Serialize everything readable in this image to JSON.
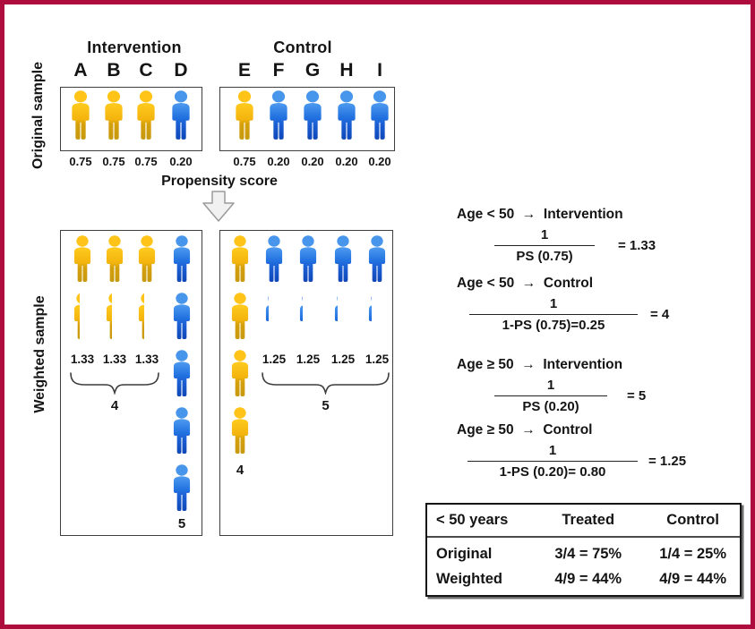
{
  "colors": {
    "accent_border": "#AF0C3E",
    "yellow_head": "#FFC417",
    "yellow_light": "#FFCB1F",
    "yellow_body": "#F3B40D",
    "yellow_dark": "#C6990F",
    "blue_head": "#4796EC",
    "blue_light": "#4E9BEF",
    "blue_body": "#2171E0",
    "blue_dark": "#0F47B8"
  },
  "original_section": {
    "side_label": "Original sample",
    "propensity_label": "Propensity score",
    "groups": [
      {
        "title": "Intervention",
        "persons": [
          {
            "label": "A",
            "color": "yellow",
            "score": "0.75"
          },
          {
            "label": "B",
            "color": "yellow",
            "score": "0.75"
          },
          {
            "label": "C",
            "color": "yellow",
            "score": "0.75"
          },
          {
            "label": "D",
            "color": "blue",
            "score": "0.20"
          }
        ]
      },
      {
        "title": "Control",
        "persons": [
          {
            "label": "E",
            "color": "yellow",
            "score": "0.75"
          },
          {
            "label": "F",
            "color": "blue",
            "score": "0.20"
          },
          {
            "label": "G",
            "color": "blue",
            "score": "0.20"
          },
          {
            "label": "H",
            "color": "blue",
            "score": "0.20"
          },
          {
            "label": "I",
            "color": "blue",
            "score": "0.20"
          }
        ]
      }
    ]
  },
  "weighted_section": {
    "side_label": "Weighted sample",
    "boxes": [
      {
        "name": "intervention-weighted",
        "columns": [
          {
            "color": "yellow",
            "full": 1,
            "fraction": 0.33,
            "weight_label": "1.33"
          },
          {
            "color": "yellow",
            "full": 1,
            "fraction": 0.33,
            "weight_label": "1.33"
          },
          {
            "color": "yellow",
            "full": 1,
            "fraction": 0.33,
            "weight_label": "1.33"
          },
          {
            "color": "blue",
            "full": 5,
            "stack_label": "5"
          }
        ],
        "brace": {
          "from": 0,
          "to": 2,
          "label": "4"
        }
      },
      {
        "name": "control-weighted",
        "columns": [
          {
            "color": "yellow",
            "full": 4,
            "stack_label": "4"
          },
          {
            "color": "blue",
            "full": 1,
            "fraction": 0.25,
            "weight_label": "1.25"
          },
          {
            "color": "blue",
            "full": 1,
            "fraction": 0.25,
            "weight_label": "1.25"
          },
          {
            "color": "blue",
            "full": 1,
            "fraction": 0.25,
            "weight_label": "1.25"
          },
          {
            "color": "blue",
            "full": 1,
            "fraction": 0.25,
            "weight_label": "1.25"
          }
        ],
        "brace": {
          "from": 1,
          "to": 4,
          "label": "5"
        }
      }
    ]
  },
  "formulas": [
    {
      "title": "Age < 50  →  Intervention",
      "numerator": "1",
      "denominator": "PS (0.75)",
      "result": "= 1.33"
    },
    {
      "title": "Age < 50  →  Control",
      "numerator": "1",
      "denominator": "1-PS (0.75)=0.25",
      "result": "= 4"
    },
    {
      "title": "Age ≥ 50  →  Intervention",
      "numerator": "1",
      "denominator": "PS (0.20)",
      "result": "= 5"
    },
    {
      "title": "Age ≥ 50  →  Control",
      "numerator": "1",
      "denominator": "1-PS (0.20)= 0.80",
      "result": "= 1.25"
    }
  ],
  "summary_table": {
    "headers": [
      "< 50 years",
      "Treated",
      "Control"
    ],
    "rows": [
      {
        "label": "Original",
        "treated": "3/4 = 75%",
        "control": "1/4 = 25%"
      },
      {
        "label": "Weighted",
        "treated": "4/9 = 44%",
        "control": "4/9 = 44%"
      }
    ]
  }
}
